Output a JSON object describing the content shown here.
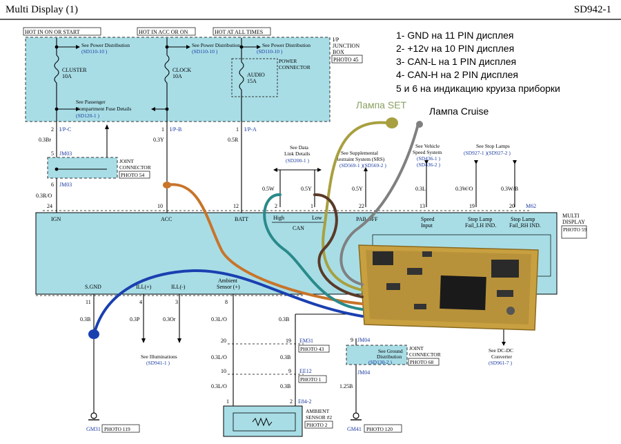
{
  "header": {
    "title": "Multi Display (1)",
    "code": "SD942-1"
  },
  "notes": [
    "1- GND  на 11 PIN дисплея",
    "2- +12v на 10 PIN дисплея",
    "3- CAN-L  на 1 PIN дисплея",
    "4- CAN-H на 2 PIN дисплея",
    "5 и 6 на индикацию круиза приборки"
  ],
  "lamp_labels": {
    "set": "Лампа SET",
    "cruise": "Лампа Cruise"
  },
  "fuse_box": {
    "hot_labels": [
      "HOT IN ON OR START",
      "HOT IN ACC OR ON",
      "HOT AT ALL TIMES"
    ],
    "name": [
      "I/P",
      "JUNCTION",
      "BOX"
    ],
    "photo": "PHOTO 45",
    "see_pd": "See Power Distribution",
    "pd_ref": "(SD110-10  )",
    "cluster": [
      "CLUSTER",
      "10A"
    ],
    "clock": [
      "CLOCK",
      "10A"
    ],
    "audio": [
      "AUDIO",
      "15A"
    ],
    "power_connector": [
      "POWER",
      "CONNECTOR"
    ],
    "passenger": [
      "See Passenger",
      "Compartment Fuse Details"
    ],
    "passenger_ref": "(SD120-1  )"
  },
  "pins_top": {
    "ipc": [
      "2",
      "I/P-C"
    ],
    "ipb": [
      "1",
      "I/P-B"
    ],
    "ipa": [
      "1",
      "I/P-A"
    ],
    "w1": "0.3Br",
    "w2": "0.3Y",
    "w3": "0.5R",
    "jm03a": [
      "5",
      "JM03"
    ],
    "jm03b": [
      "6",
      "JM03"
    ],
    "joint": [
      "JOINT",
      "CONNECTOR"
    ],
    "photo54": "PHOTO 54",
    "w_jm": "0.3R/O"
  },
  "refs": {
    "data_link": [
      "See Data",
      "Link Details"
    ],
    "data_link_ref": "(SD200-1  )",
    "srs": [
      "See Supplemental",
      "Restraint System (SRS)"
    ],
    "srs_ref": "(SD569-1  )(SD569-2  )",
    "speed": [
      "See Vehicle",
      "Speed System"
    ],
    "speed_ref": [
      "(SD436-1  )",
      "(SD436-2  )"
    ],
    "stop": "See Stop Lamps",
    "stop_ref": "(SD927-1  )(SD927-2  )"
  },
  "wires_mid": [
    "0.5W",
    "0.5Y",
    "0.5Y",
    "0.3L",
    "0.3W/O",
    "0.3W/B"
  ],
  "connector_pins": [
    "24",
    "10",
    "12",
    "2",
    "1",
    "22",
    "13",
    "19",
    "20"
  ],
  "m62": "M62",
  "display": {
    "labels": [
      "IGN",
      "ACC",
      "BATT",
      "High",
      "Low",
      "CAN",
      "PAB OFF",
      "Speed",
      "Input",
      "Stop Lamp",
      "Fail_LH IND.",
      "Stop Lamp",
      "Fail_RH IND."
    ],
    "name": [
      "MULTI",
      "DISPLAY"
    ],
    "photo": "PHOTO 59",
    "bottom": [
      "S.GND",
      "ILL(+)",
      "ILL(-)",
      "Ambient",
      "Sensor  (+)"
    ]
  },
  "bottom": {
    "pins": [
      "11",
      "4",
      "3",
      "8"
    ],
    "wires": [
      "0.3B",
      "0.3P",
      "0.3Or",
      "0.3L/O",
      "0.3B"
    ],
    "illum": "See Illuminations",
    "illum_ref": "(SD941-1  )",
    "em31": [
      "20",
      "19",
      "EM31"
    ],
    "photo43": "PHOTO 43",
    "ee12": [
      "10",
      "9",
      "EE12"
    ],
    "photo1": "PHOTO 1",
    "e84": [
      "1",
      "2",
      "E84-2"
    ],
    "ambient": [
      "AMBIENT",
      "SENSOR #2"
    ],
    "photo2": "PHOTO 2",
    "wires_lo": [
      "0.3L/O",
      "0.3B",
      "0.3L/O",
      "0.3B"
    ],
    "jm04": [
      "9",
      "JM04"
    ],
    "ground": [
      "See Ground",
      "Distribution"
    ],
    "ground_ref": "(SD130-2  )",
    "joint": [
      "JOINT",
      "CONNECTOR"
    ],
    "photo68": "PHOTO 68",
    "jm04b": "JM04",
    "w125": "1.25B",
    "dcdc": [
      "See DC-DC",
      "Converter"
    ],
    "dcdc_ref": "(SD961-7  )",
    "gm31": "GM31",
    "photo119": "PHOTO 119",
    "gm41": "GM41",
    "photo120": "PHOTO 120"
  }
}
